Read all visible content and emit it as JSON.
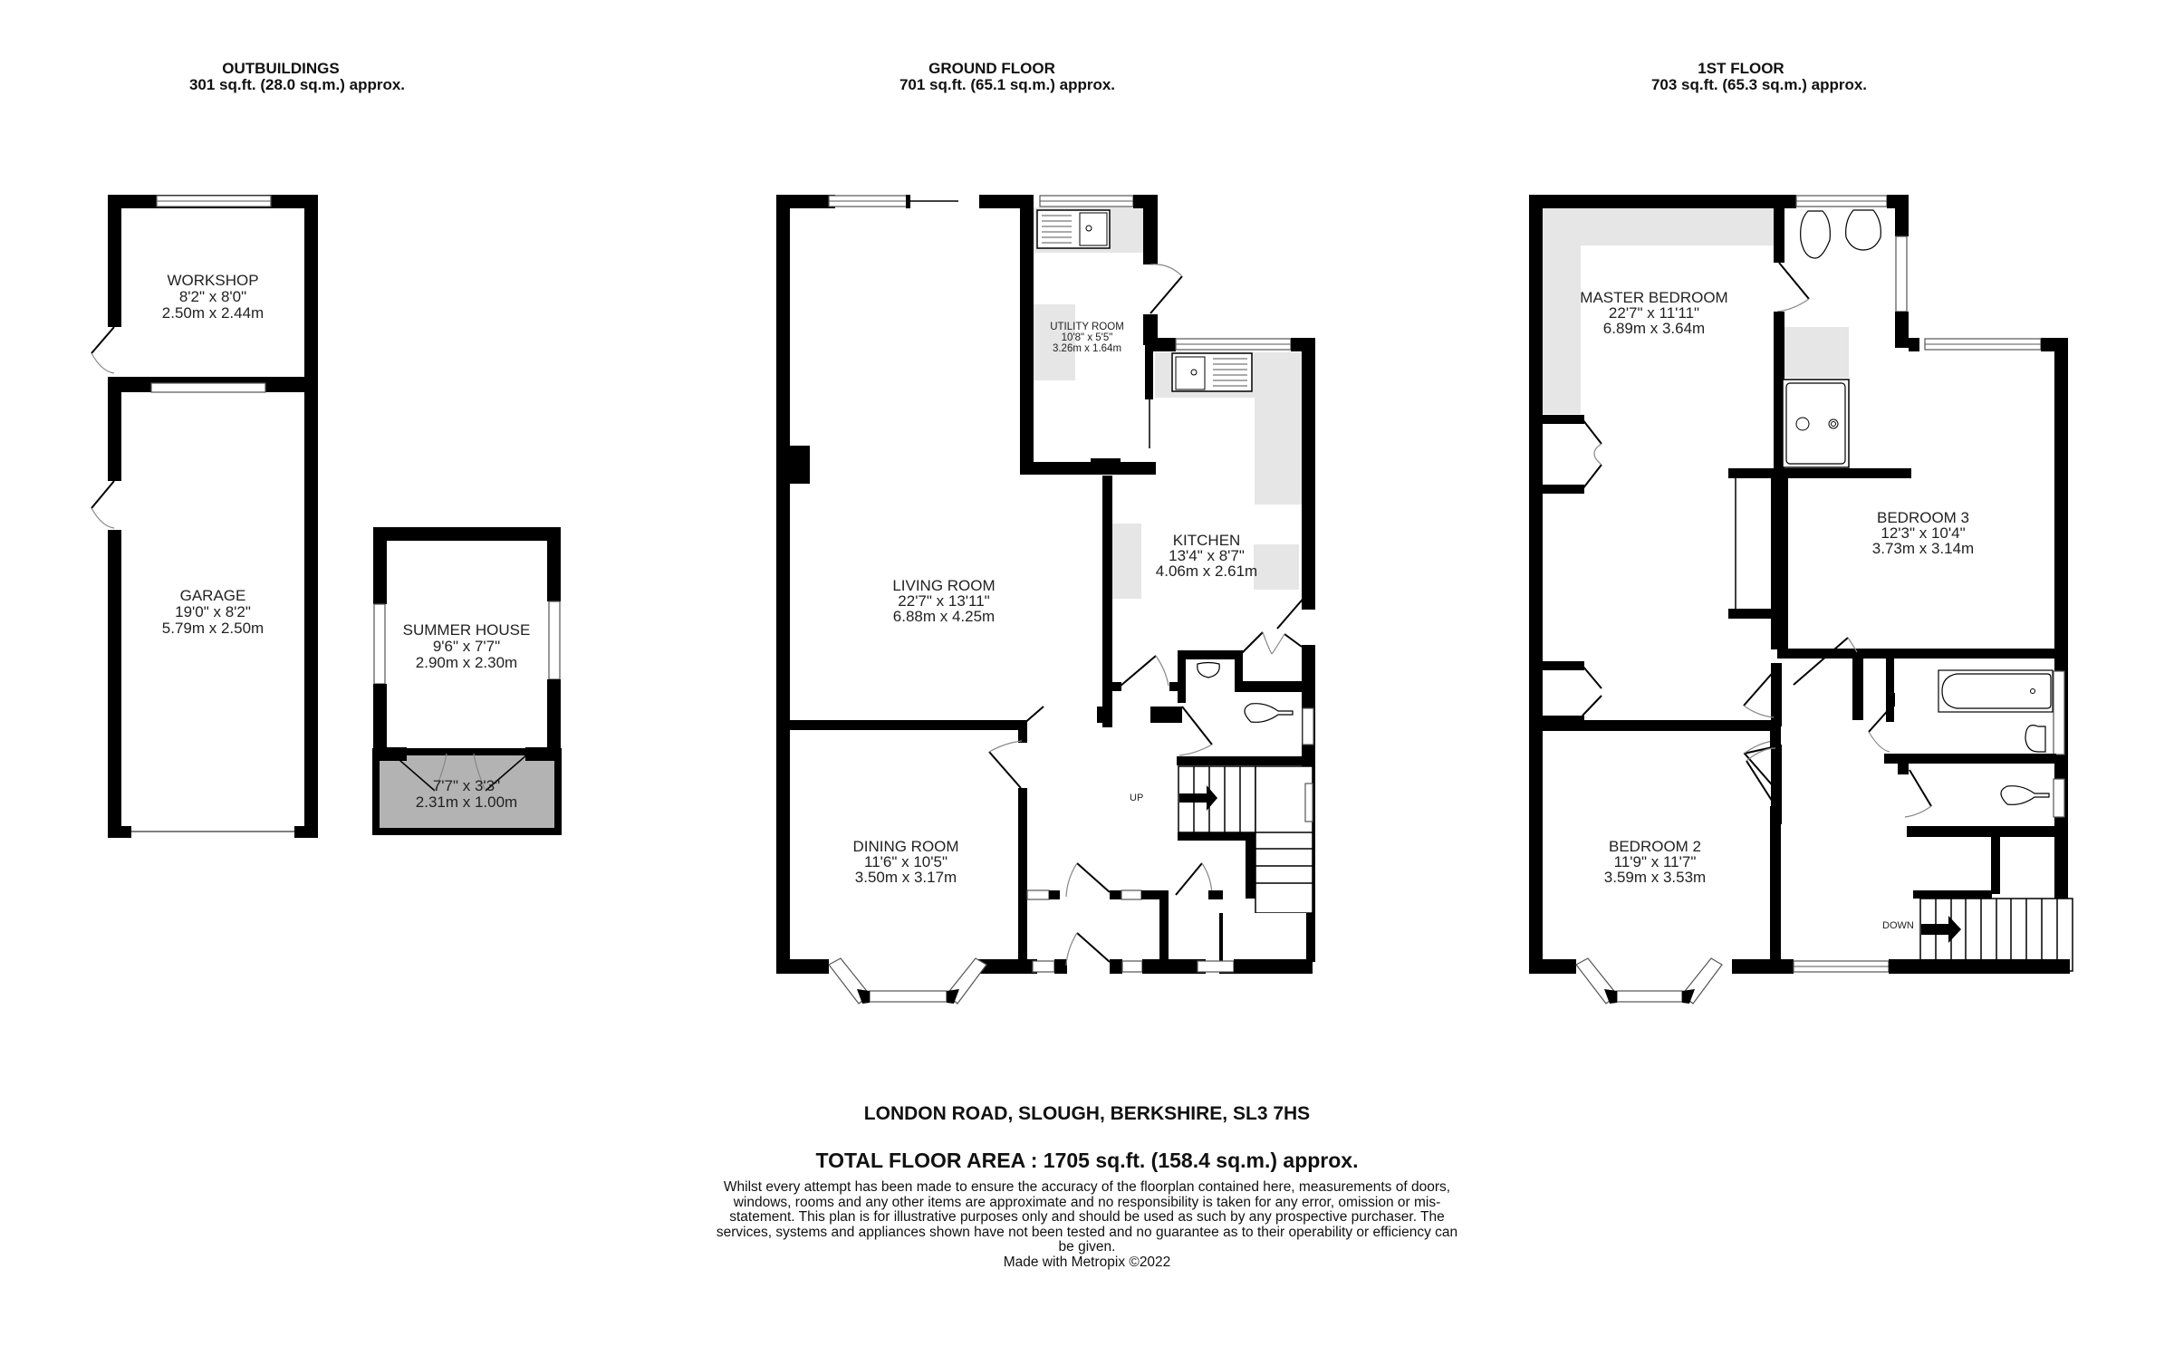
{
  "sections": {
    "outbuildings": {
      "title": "OUTBUILDINGS",
      "area": "301 sq.ft. (28.0 sq.m.) approx."
    },
    "ground_floor": {
      "title": "GROUND FLOOR",
      "area": "701 sq.ft. (65.1 sq.m.) approx."
    },
    "first_floor": {
      "title": "1ST FLOOR",
      "area": "703 sq.ft. (65.3 sq.m.) approx."
    }
  },
  "rooms": {
    "workshop": {
      "name": "WORKSHOP",
      "imperial": "8'2\"  x 8'0\"",
      "metric": "2.50m  x 2.44m"
    },
    "garage": {
      "name": "GARAGE",
      "imperial": "19'0\"  x 8'2\"",
      "metric": "5.79m  x 2.50m"
    },
    "summer_house": {
      "name": "SUMMER HOUSE",
      "imperial": "9'6\"  x 7'7\"",
      "metric": "2.90m  x 2.30m"
    },
    "summer_house_porch": {
      "imperial": "7'7\"  x 3'3\"",
      "metric": "2.31m  x 1.00m"
    },
    "utility_room": {
      "name": "UTILITY ROOM",
      "imperial": "10'8\"  x 5'5\"",
      "metric": "3.26m  x 1.64m"
    },
    "kitchen": {
      "name": "KITCHEN",
      "imperial": "13'4\"  x 8'7\"",
      "metric": "4.06m  x 2.61m"
    },
    "living_room": {
      "name": "LIVING ROOM",
      "imperial": "22'7\"  x 13'11\"",
      "metric": "6.88m  x 4.25m"
    },
    "dining_room": {
      "name": "DINING ROOM",
      "imperial": "11'6\"  x 10'5\"",
      "metric": "3.50m  x 3.17m"
    },
    "master_bedroom": {
      "name": "MASTER BEDROOM",
      "imperial": "22'7\"  x 11'11\"",
      "metric": "6.89m  x 3.64m"
    },
    "bedroom_3": {
      "name": "BEDROOM 3",
      "imperial": "12'3\"  x 10'4\"",
      "metric": "3.73m  x 3.14m"
    },
    "bedroom_2": {
      "name": "BEDROOM 2",
      "imperial": "11'9\"  x 11'7\"",
      "metric": "3.59m  x 3.53m"
    }
  },
  "stairs": {
    "up_label": "UP",
    "down_label": "DOWN"
  },
  "footer": {
    "address": "LONDON ROAD, SLOUGH, BERKSHIRE, SL3 7HS",
    "total_area": "TOTAL FLOOR AREA : 1705 sq.ft. (158.4 sq.m.) approx.",
    "disclaimer": "Whilst every attempt has been made to ensure the accuracy of the floorplan contained here, measurements of doors, windows, rooms and any other items are approximate and no responsibility is taken for any error, omission or mis-statement. This plan is for illustrative purposes only and should be used as such by any prospective purchaser. The services, systems and appliances shown have not been tested and no guarantee as to their operability or efficiency can be given.",
    "credit": "Made with Metropix ©2022"
  },
  "colors": {
    "wall": "#000000",
    "fixture_fill": "#e6e6e6",
    "porch_fill": "#b3b3b3",
    "background": "#ffffff"
  }
}
